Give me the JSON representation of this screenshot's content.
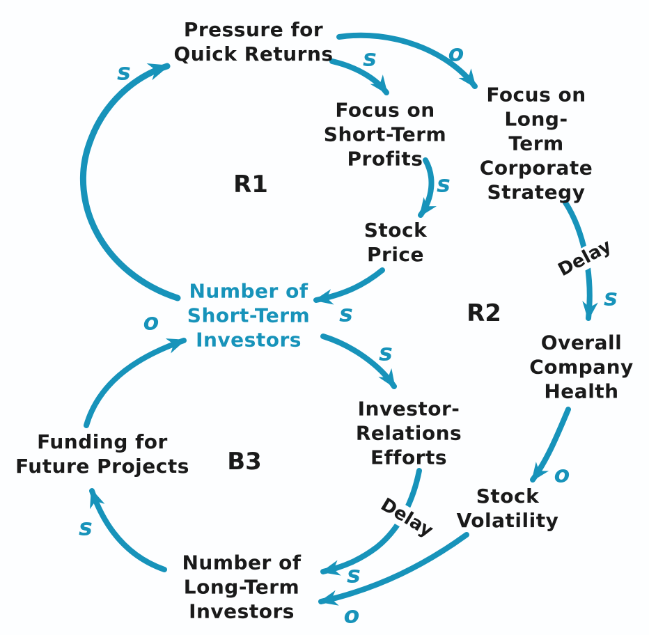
{
  "diagram_type": "causal-loop-diagram",
  "colors": {
    "accent": "#1793ba",
    "ink": "#1a1a1a",
    "background": "#fdfeff"
  },
  "nodes": [
    {
      "id": "pressure-quick-returns",
      "label": "Pressure for\nQuick Returns"
    },
    {
      "id": "focus-short-term",
      "label": "Focus on\nShort-Term\nProfits"
    },
    {
      "id": "focus-long-term",
      "label": "Focus on\nLong-Term\nCorporate\nStrategy"
    },
    {
      "id": "stock-price",
      "label": "Stock\nPrice"
    },
    {
      "id": "num-short-term-investors",
      "label": "Number of\nShort-Term\nInvestors"
    },
    {
      "id": "overall-company-health",
      "label": "Overall\nCompany\nHealth"
    },
    {
      "id": "investor-relations",
      "label": "Investor-\nRelations\nEfforts"
    },
    {
      "id": "funding-future-projects",
      "label": "Funding for\nFuture Projects"
    },
    {
      "id": "stock-volatility",
      "label": "Stock\nVolatility"
    },
    {
      "id": "num-long-term-investors",
      "label": "Number of\nLong-Term\nInvestors"
    }
  ],
  "loop_labels": [
    {
      "id": "r1",
      "label": "R1"
    },
    {
      "id": "r2",
      "label": "R2"
    },
    {
      "id": "b3",
      "label": "B3"
    }
  ],
  "delay_labels": [
    {
      "edge": "focus-long-term→overall-company-health",
      "label": "Delay"
    },
    {
      "edge": "investor-relations→num-long-term-investors",
      "label": "Delay"
    }
  ],
  "polarities": [
    {
      "edge": "num-short-term-investors→pressure-quick-returns",
      "label": "s"
    },
    {
      "edge": "pressure-quick-returns→focus-short-term",
      "label": "s"
    },
    {
      "edge": "pressure-quick-returns→focus-long-term",
      "label": "o"
    },
    {
      "edge": "focus-short-term→stock-price",
      "label": "s"
    },
    {
      "edge": "stock-price→num-short-term-investors",
      "label": "s"
    },
    {
      "edge": "funding-future-projects→num-short-term-investors",
      "label": "o"
    },
    {
      "edge": "num-short-term-investors→investor-relations",
      "label": "s"
    },
    {
      "edge": "focus-long-term→overall-company-health",
      "label": "s"
    },
    {
      "edge": "overall-company-health→stock-volatility",
      "label": "o"
    },
    {
      "edge": "investor-relations→num-long-term-investors",
      "label": "s"
    },
    {
      "edge": "stock-volatility→num-long-term-investors",
      "label": "o"
    },
    {
      "edge": "num-long-term-investors→funding-future-projects",
      "label": "s"
    }
  ],
  "edges": [
    {
      "from": "num-short-term-investors",
      "to": "pressure-quick-returns",
      "polarity": "s",
      "delay": false
    },
    {
      "from": "pressure-quick-returns",
      "to": "focus-short-term",
      "polarity": "s",
      "delay": false
    },
    {
      "from": "pressure-quick-returns",
      "to": "focus-long-term",
      "polarity": "o",
      "delay": false
    },
    {
      "from": "focus-short-term",
      "to": "stock-price",
      "polarity": "s",
      "delay": false
    },
    {
      "from": "stock-price",
      "to": "num-short-term-investors",
      "polarity": "s",
      "delay": false
    },
    {
      "from": "num-short-term-investors",
      "to": "investor-relations",
      "polarity": "s",
      "delay": false
    },
    {
      "from": "focus-long-term",
      "to": "overall-company-health",
      "polarity": "s",
      "delay": true
    },
    {
      "from": "overall-company-health",
      "to": "stock-volatility",
      "polarity": "o",
      "delay": false
    },
    {
      "from": "investor-relations",
      "to": "num-long-term-investors",
      "polarity": "s",
      "delay": true
    },
    {
      "from": "stock-volatility",
      "to": "num-long-term-investors",
      "polarity": "o",
      "delay": false
    },
    {
      "from": "num-long-term-investors",
      "to": "funding-future-projects",
      "polarity": "s",
      "delay": false
    },
    {
      "from": "funding-future-projects",
      "to": "num-short-term-investors",
      "polarity": "o",
      "delay": false
    }
  ]
}
